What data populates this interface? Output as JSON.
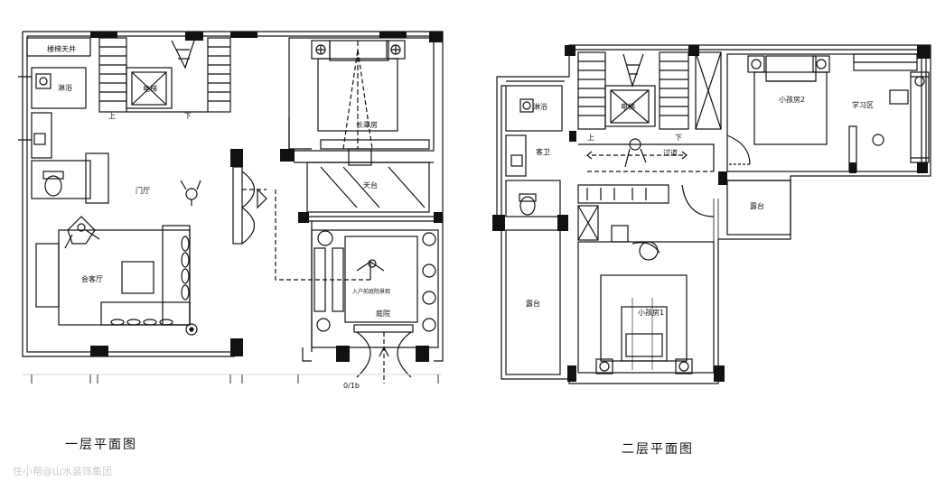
{
  "floor1": {
    "caption": "一层平面图",
    "rooms": {
      "skylight_stair": "楼梯天井",
      "bath": "淋浴",
      "elevator": "电梯",
      "master": "长辈房",
      "entry": "门厅",
      "lounge": "会客厅",
      "patio": "天台",
      "garden": "庭院",
      "garden_note": "入户前庭院景观",
      "up": "上",
      "down": "下",
      "dim": "0/1b"
    }
  },
  "floor2": {
    "caption": "二层平面图",
    "rooms": {
      "bath": "淋浴",
      "elevator": "电梯",
      "study_bed": "小孩房2",
      "study": "学习区",
      "wc": "客卫",
      "corridor": "过道",
      "up": "上",
      "down": "下",
      "terrace_right": "露台",
      "terrace_left": "露台",
      "bedroom1": "小孩房1"
    }
  },
  "watermark": "住小帮@山水装饰集团"
}
